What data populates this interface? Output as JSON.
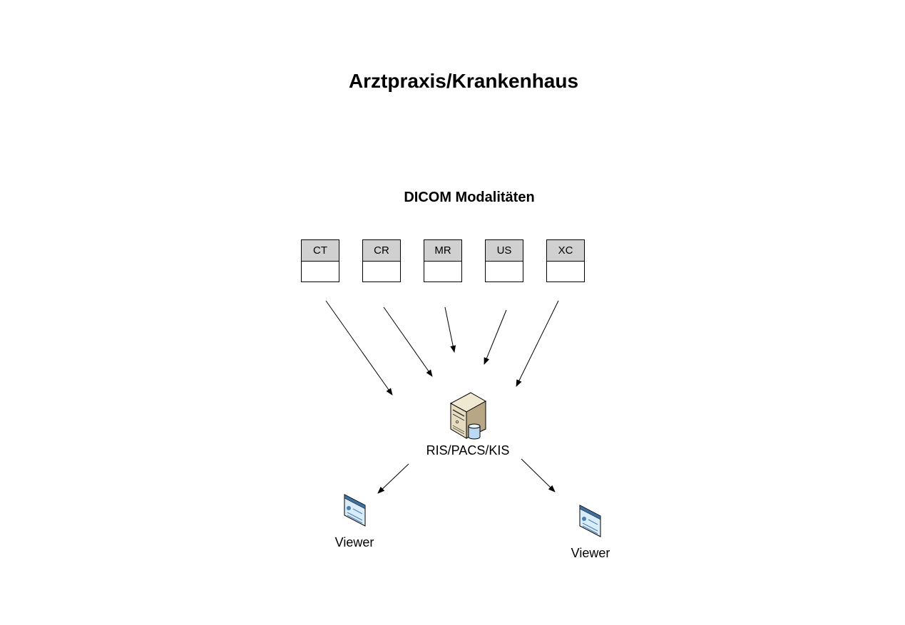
{
  "title": "Arztpraxis/Krankenhaus",
  "subtitle": "DICOM Modalitäten",
  "modalities": [
    {
      "label": "CT"
    },
    {
      "label": "CR"
    },
    {
      "label": "MR"
    },
    {
      "label": "US"
    },
    {
      "label": "XC"
    }
  ],
  "server": {
    "label": "RIS/PACS/KIS",
    "icon": "server-database-icon"
  },
  "viewers": [
    {
      "label": "Viewer",
      "icon": "viewer-window-icon"
    },
    {
      "label": "Viewer",
      "icon": "viewer-window-icon"
    }
  ],
  "colors": {
    "modality_header": "#d0d0d0",
    "line": "#000000"
  }
}
